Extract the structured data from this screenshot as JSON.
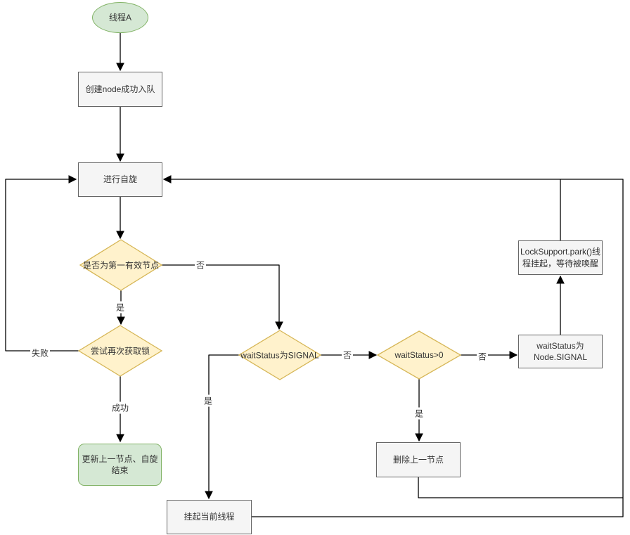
{
  "diagram": {
    "type": "flowchart",
    "nodes": {
      "thread_a": {
        "label": "线程A"
      },
      "create_node": {
        "label": "创建node成功入队"
      },
      "spin": {
        "label": "进行自旋"
      },
      "first_valid": {
        "label": "是否为第一有效节点"
      },
      "try_lock": {
        "label": "尝试再次获取锁"
      },
      "update_prev": {
        "label": "更新上一节点、自旋\n结束"
      },
      "ws_signal": {
        "label": "waitStatus为SIGNAL"
      },
      "ws_gt0": {
        "label": "waitStatus>0"
      },
      "node_signal": {
        "label": "waitStatus为\nNode.SIGNAL"
      },
      "locksupport": {
        "label": "LockSupport.park()线\n程挂起，等待被唤醒"
      },
      "delete_prev": {
        "label": "删除上一节点"
      },
      "park_current": {
        "label": "挂起当前线程"
      }
    },
    "edge_labels": {
      "first_valid_yes": "是",
      "first_valid_no": "否",
      "try_lock_fail": "失败",
      "try_lock_success": "成功",
      "ws_signal_yes": "是",
      "ws_signal_no": "否",
      "ws_gt0_yes": "是",
      "ws_gt0_no": "否"
    },
    "colors": {
      "green_fill": "#d5e8d4",
      "green_stroke": "#82b366",
      "yellow_fill": "#fff2cc",
      "yellow_stroke": "#d6b656",
      "gray_fill": "#f5f5f5",
      "gray_stroke": "#666666",
      "line_color": "#000000",
      "text_color": "#333333"
    }
  }
}
